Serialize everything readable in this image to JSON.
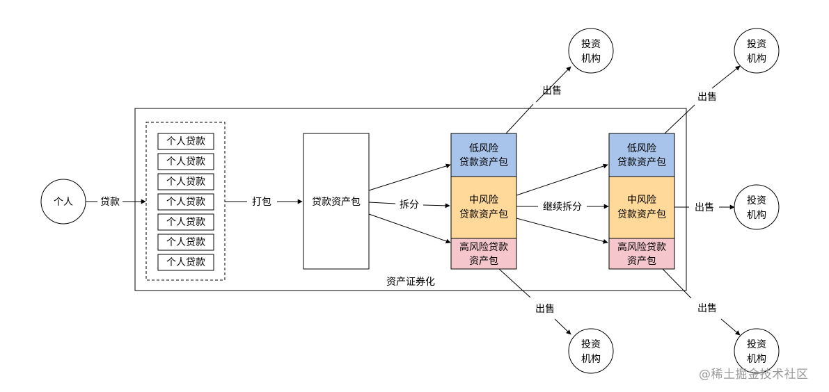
{
  "nodes": {
    "person": "个人",
    "loans": [
      "个人贷款",
      "个人贷款",
      "个人贷款",
      "个人贷款",
      "个人贷款",
      "个人贷款",
      "个人贷款"
    ],
    "asset_pack": "贷款资产包",
    "tranche1": {
      "low": [
        "低风险",
        "贷款资产包"
      ],
      "mid": [
        "中风险",
        "贷款资产包"
      ],
      "high": [
        "高风险贷款",
        "资产包"
      ]
    },
    "tranche2": {
      "low": [
        "低风险",
        "贷款资产包"
      ],
      "mid": [
        "中风险",
        "贷款资产包"
      ],
      "high": [
        "高风险贷款",
        "资产包"
      ]
    },
    "investor": [
      "投资",
      "机构"
    ],
    "container_label": "资产证券化"
  },
  "edges": {
    "loan": "贷款",
    "pack": "打包",
    "split": "拆分",
    "continue_split": "继续拆分",
    "sell": "出售"
  },
  "colors": {
    "low": "#a9c4eb",
    "mid": "#ffd999",
    "high": "#f5c7cc",
    "stroke": "#000000"
  },
  "watermark": "@稀土掘金技术社区"
}
